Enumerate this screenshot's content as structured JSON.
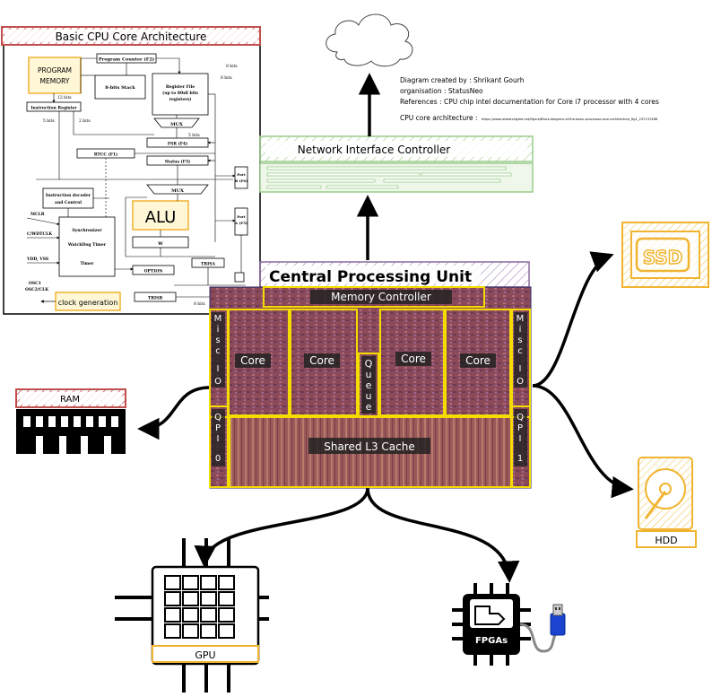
{
  "cpu_arch": {
    "title": "Basic CPU Core Architecture",
    "program_memory": "PROGRAM MEMORY",
    "alu": "ALU",
    "clock": "clock  generation",
    "program_counter": "Program Counter (F2)",
    "stack": "8-bits Stack",
    "register_file": "Register File (up to 80x8 bits registers)",
    "instruction_register": "Instruction Register",
    "mux": "MUX",
    "fsr": "FSR (F4)",
    "status": "Status (F3)",
    "rtcc": "RTCC (F1)",
    "decoder": "Instruction decoder and Control",
    "sync": "Synchronizer",
    "watchdog": "WatchDog Timer",
    "timer": "Timer",
    "option": "OPTION",
    "w_reg": "W",
    "trisa": "TRISA",
    "trisb": "TRISB",
    "port_a": "Port A (F5)",
    "port_b": "Port B (F6)",
    "mclr": "MCLR",
    "cwdt": "C/WDTCLK",
    "vdd": "VDD, VSS",
    "osc": "OSC1 OSC2/CLK",
    "b12": "12 bits",
    "b8": "8 bits",
    "b2": "2 bits",
    "b5": "5 bits"
  },
  "info": {
    "created_by": "Diagram created by : Shrikant Gourh",
    "organisation": "organisation : StatusNeo",
    "references": "References : CPU chip intel documentation for Core i7 processor with 4 cores",
    "arch_label": "CPU core architecture :",
    "arch_url": "https://www.researchgate.net/figure/Block-diagram-of-the-basic-processor-core-architecture_fig1_237137486"
  },
  "nic": {
    "label": "Network Interface Controller"
  },
  "cpu": {
    "title": "Central Processing Unit",
    "memory_controller": "Memory Controller",
    "core": "Core",
    "queue": "Queue",
    "misc_io": "Misc IO",
    "qpi0": "QPI 0",
    "qpi1": "QPI 1",
    "l3": "Shared L3 Cache"
  },
  "ram": {
    "label": "RAM"
  },
  "ssd": {
    "label": "SSD"
  },
  "hdd": {
    "label": "HDD"
  },
  "gpu": {
    "label": "GPU"
  },
  "fpga": {
    "label": "FPGAs"
  },
  "colors": {
    "yellow": "#f5dc00",
    "purple": "#8a6a9e",
    "red": "#c0504d",
    "green": "#9ccb8c",
    "ssd": "#f0b430"
  }
}
